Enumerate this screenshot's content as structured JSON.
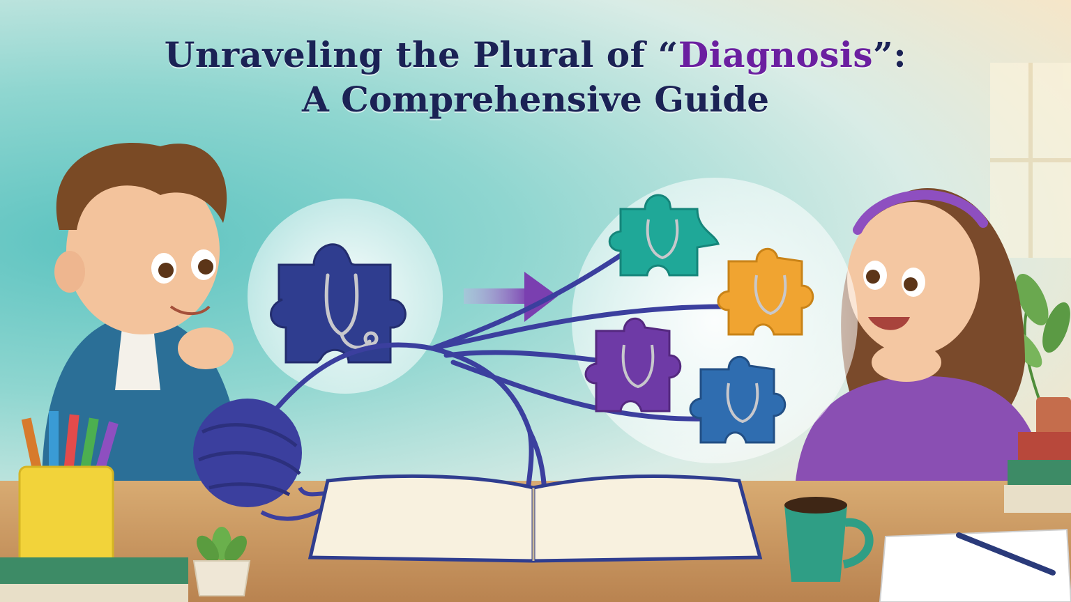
{
  "headline": {
    "prefix": "Unraveling the Plural of “",
    "accent": "Diagnosis",
    "suffix": "”:",
    "line2": "A Comprehensive Guide"
  },
  "colors": {
    "title": "#1b2255",
    "accent": "#6b1fa0",
    "yarn": "#3b3f9e",
    "puzzle_single": "#2f3d8f",
    "puzzle_teal": "#1fa898",
    "puzzle_orange": "#f0a431",
    "puzzle_purple": "#6e3aa6",
    "puzzle_blue": "#2f6db0",
    "arrow": "#7a3fb0",
    "desk": "#c99a64"
  },
  "icons": [
    "stethoscope-icon",
    "puzzle-piece-icon",
    "arrow-right-icon"
  ]
}
